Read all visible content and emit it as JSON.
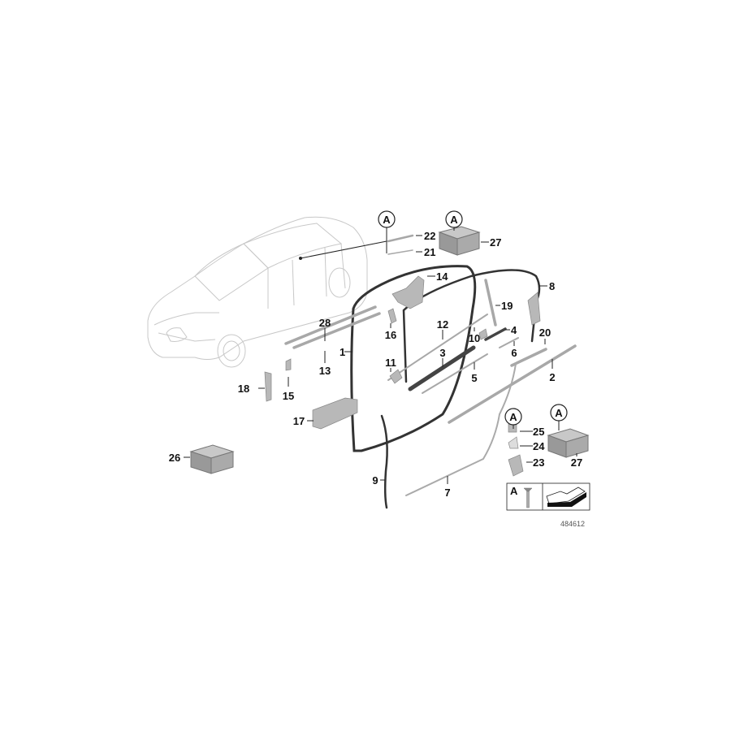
{
  "diagram": {
    "reference_number": "484612",
    "callout_marker": "A",
    "legend_key": "A",
    "labels": {
      "p1": "1",
      "p2": "2",
      "p3": "3",
      "p4": "4",
      "p5": "5",
      "p6": "6",
      "p7": "7",
      "p8": "8",
      "p9": "9",
      "p10": "10",
      "p11": "11",
      "p12": "12",
      "p13": "13",
      "p14": "14",
      "p15": "15",
      "p16": "16",
      "p17": "17",
      "p18": "18",
      "p19": "19",
      "p20": "20",
      "p21": "21",
      "p22": "22",
      "p23": "23",
      "p24": "24",
      "p25": "25",
      "p26": "26",
      "p27a": "27",
      "p27b": "27",
      "p28": "28"
    },
    "colors": {
      "part": "#b8b8b8",
      "seal": "#333333",
      "car_outline": "#c8c8c8"
    }
  }
}
